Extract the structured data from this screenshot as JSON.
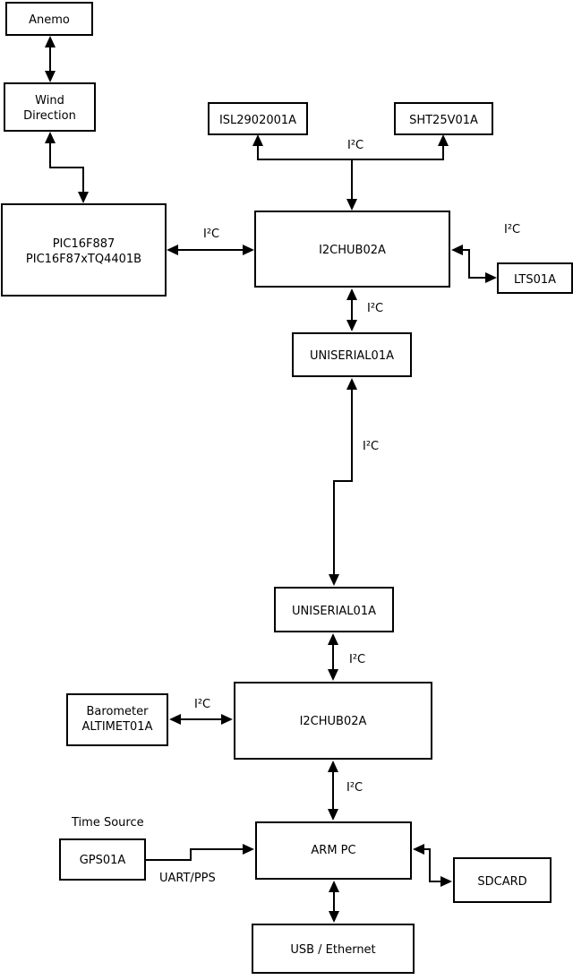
{
  "page": {
    "background_color": "#ffffff",
    "line_color": "#000000",
    "box_fill_color": "#ffffff"
  },
  "diagram": {
    "nodes": {
      "anemo": {
        "label": "Anemo"
      },
      "wind_direction": {
        "line1": "Wind",
        "line2": "Direction"
      },
      "pic_controller": {
        "line1": "PIC16F887",
        "line2": "PIC16F87xTQ4401B"
      },
      "isl_sensor": {
        "label": "ISL2902001A"
      },
      "sht_sensor": {
        "label": "SHT25V01A"
      },
      "i2c_hub_top": {
        "label": "I2CHUB02A"
      },
      "lts_sensor": {
        "label": "LTS01A"
      },
      "uniserial_top": {
        "label": "UNISERIAL01A"
      },
      "uniserial_bottom": {
        "label": "UNISERIAL01A"
      },
      "barometer": {
        "line1": "Barometer",
        "line2": "ALTIMET01A"
      },
      "i2c_hub_bottom": {
        "label": "I2CHUB02A"
      },
      "gps": {
        "label": "GPS01A"
      },
      "arm_pc": {
        "label": "ARM PC"
      },
      "sdcard": {
        "label": "SDCARD"
      },
      "usb_ethernet": {
        "label": "USB / Ethernet"
      }
    },
    "edge_labels": {
      "i2c": "I²C",
      "uart_pps": "UART/PPS",
      "time_source": "Time Source"
    }
  }
}
